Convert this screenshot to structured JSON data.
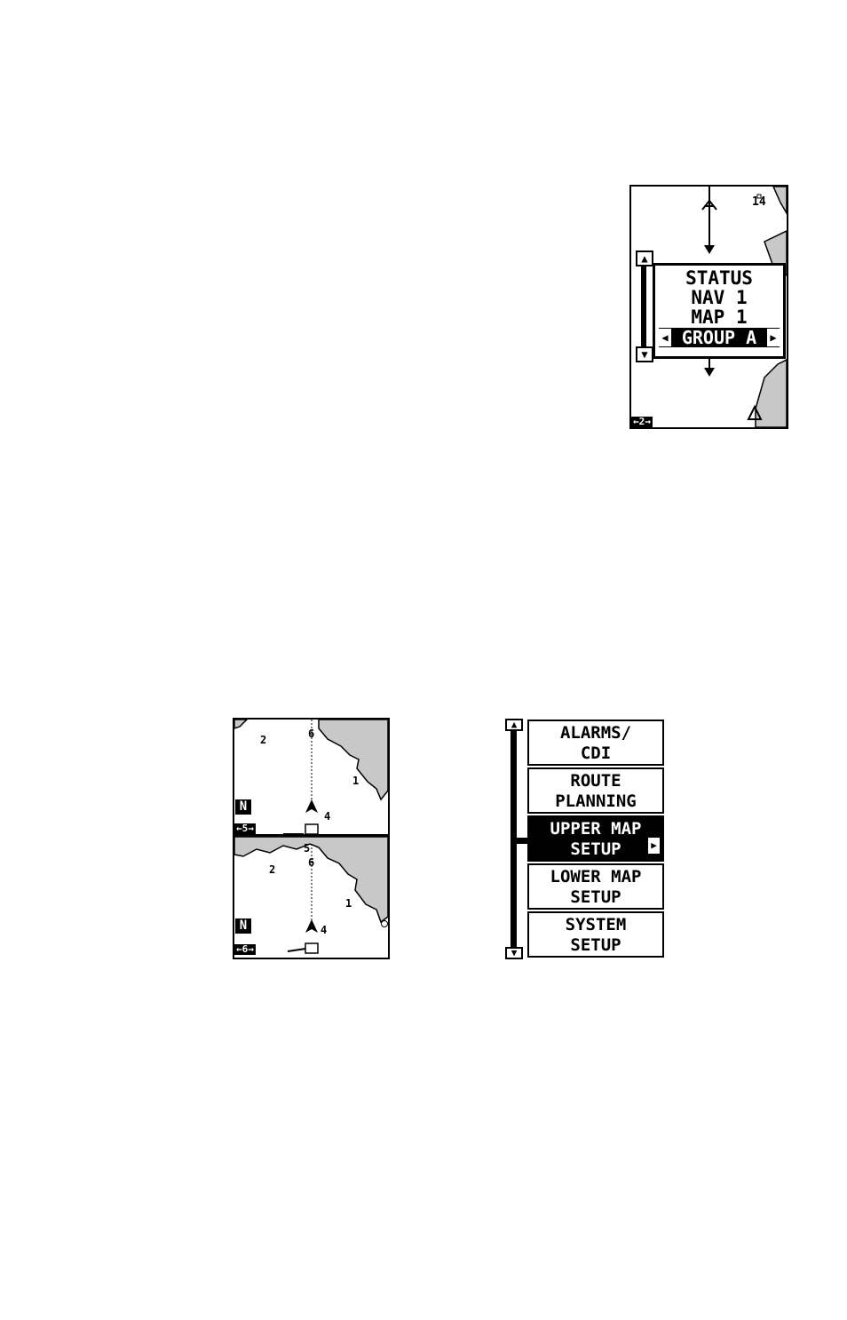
{
  "screen1": {
    "popup_lines": [
      "STATUS",
      "NAV 1",
      "MAP 1"
    ],
    "selected_item": "GROUP A",
    "waypoint_label": "14",
    "zoom_label": "←2→",
    "left_arrow": "◀",
    "right_arrow": "▶",
    "scroll_up": "▲",
    "scroll_down": "▼"
  },
  "screen2": {
    "upper": {
      "north": "N",
      "zoom_label": "←5→",
      "waypoints": [
        "2",
        "6",
        "1",
        "4"
      ]
    },
    "lower": {
      "north": "N",
      "zoom_label": "←6→",
      "waypoints": [
        "2",
        "5",
        "6",
        "1",
        "4"
      ]
    }
  },
  "menu": {
    "scroll_up": "▲",
    "scroll_down": "▼",
    "items": [
      {
        "line1": "ALARMS/",
        "line2": "CDI"
      },
      {
        "line1": "ROUTE",
        "line2": "PLANNING"
      },
      {
        "line1": "UPPER MAP",
        "line2": "SETUP"
      },
      {
        "line1": "LOWER MAP",
        "line2": "SETUP"
      },
      {
        "line1": "SYSTEM",
        "line2": "SETUP"
      }
    ],
    "selected_index": 2,
    "submenu_arrow": "▶"
  },
  "colors": {
    "land": "#c8c8c8",
    "ink": "#000000",
    "paper": "#ffffff"
  }
}
